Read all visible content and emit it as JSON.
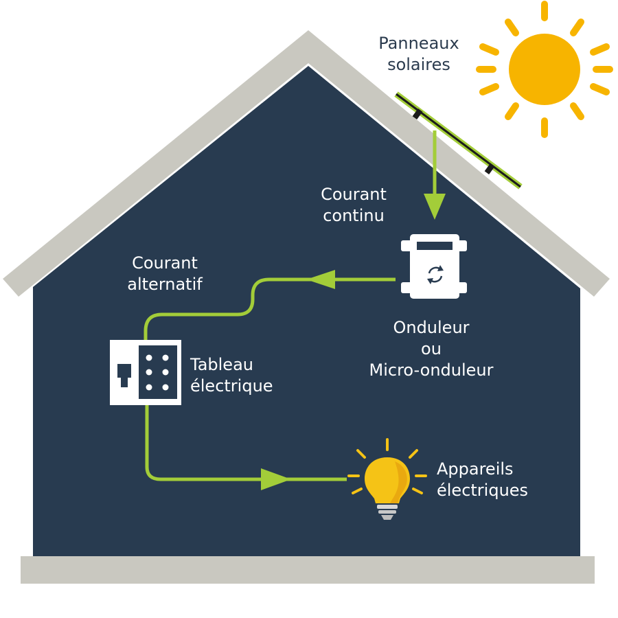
{
  "labels": {
    "solar_panels": [
      "Panneaux",
      "solaires"
    ],
    "direct_current": [
      "Courant",
      "continu"
    ],
    "alternating_current": [
      "Courant",
      "alternatif"
    ],
    "inverter": [
      "Onduleur",
      "ou",
      "Micro-onduleur"
    ],
    "electrical_panel": [
      "Tableau",
      "électrique"
    ],
    "appliances": [
      "Appareils",
      "électriques"
    ]
  },
  "colors": {
    "house_fill": "#283b50",
    "roof_frame": "#c9c8c0",
    "flow_line": "#a3cd39",
    "sun": "#f7b400",
    "bulb": "#f5c316",
    "white": "#ffffff",
    "dark_text": "#2b3b4e"
  },
  "icons": {
    "sun": "sun-icon",
    "solar_panel": "solar-panel-icon",
    "inverter": "inverter-icon",
    "electrical_panel": "electrical-panel-icon",
    "bulb": "light-bulb-icon"
  }
}
